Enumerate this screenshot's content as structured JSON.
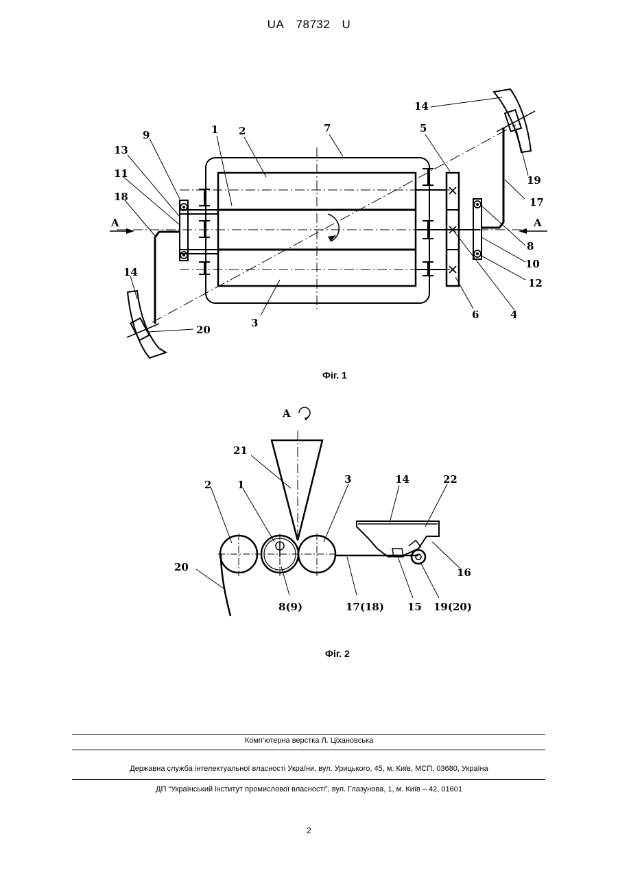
{
  "header": {
    "doc_prefix": "UA",
    "doc_number": "78732",
    "doc_kind": "U"
  },
  "fig1": {
    "caption": "Фіг. 1",
    "labels": {
      "l1": "1",
      "l2": "2",
      "l3": "3",
      "l4": "4",
      "l5": "5",
      "l6": "6",
      "l7": "7",
      "l8": "8",
      "l9": "9",
      "l10": "10",
      "l11": "11",
      "l12": "12",
      "l13": "13",
      "l14a": "14",
      "l14b": "14",
      "l17": "17",
      "l18": "18",
      "l19": "19",
      "l20": "20",
      "lA_left": "A",
      "lA_right": "A"
    }
  },
  "fig2": {
    "caption": "Фіг. 2",
    "view_label": "A",
    "labels": {
      "l21": "21",
      "l2": "2",
      "l1": "1",
      "l3": "3",
      "l14": "14",
      "l22": "22",
      "l16": "16",
      "l20": "20",
      "l89": "8(9)",
      "l1718": "17(18)",
      "l15": "15",
      "l1920": "19(20)"
    }
  },
  "footer": {
    "layout_credit": "Комп’ютерна верстка Л. Ціхановська",
    "agency": "Державна служба інтелектуальної власності України, вул. Урицького, 45, м. Київ, МСП, 03680, Україна",
    "institute": "ДП “Український інститут промислової власності”, вул. Глазунова, 1, м. Київ – 42, 01601"
  },
  "page_number": "2"
}
